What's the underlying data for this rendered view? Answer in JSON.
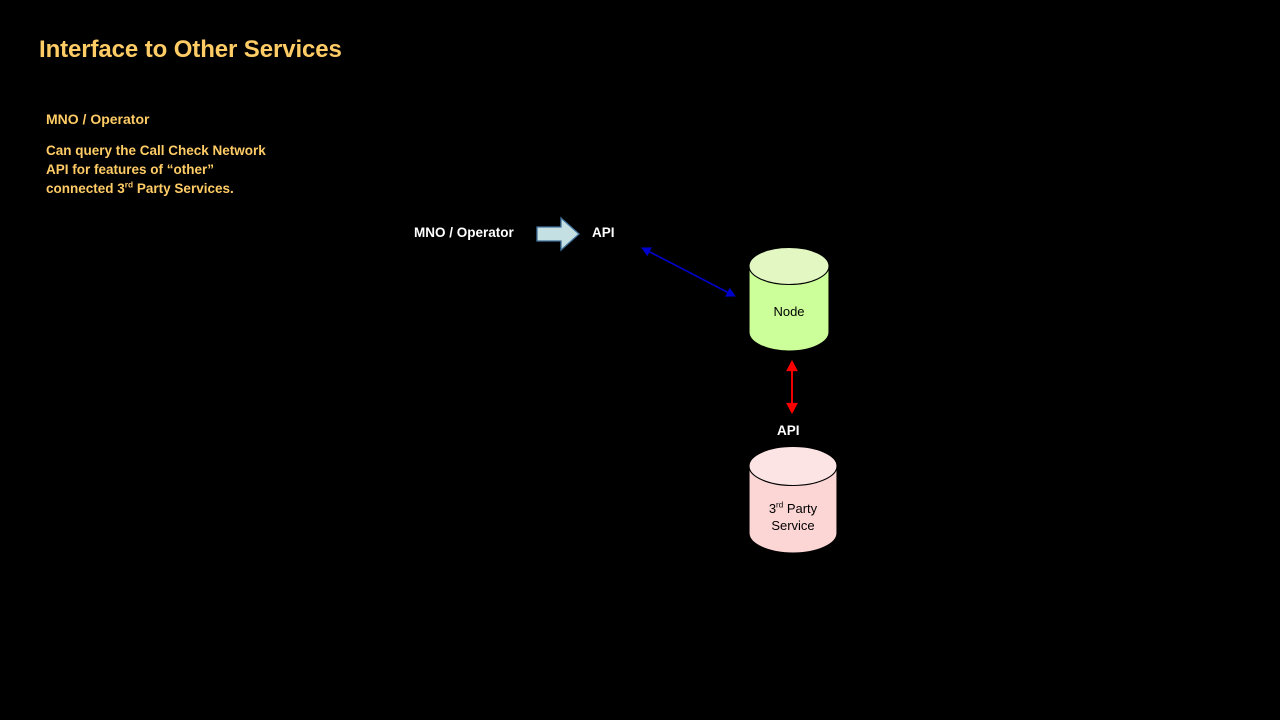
{
  "slide": {
    "background_color": "#000000",
    "title": "Interface to Other Services",
    "title_color": "#FFCC66"
  },
  "text_block": {
    "subhead": "MNO / Operator",
    "body_lines": [
      "Can query the Call Check Network",
      "API for features of “other”",
      "connected 3rd Party Services."
    ],
    "body_line_3_prefix": "connected 3",
    "body_line_3_superscript": "rd",
    "body_line_3_suffix": " Party Services.",
    "text_color": "#FFCC66"
  },
  "diagram": {
    "flow": {
      "source_label": "MNO / Operator",
      "arrow_icon": "block-arrow-right-icon",
      "arrow_fill": "#C5E0E3",
      "arrow_stroke": "#41719C",
      "target_label": "API"
    },
    "connector_blue": {
      "icon": "double-headed-arrow-icon",
      "color": "#0000CC",
      "from": "API label",
      "to": "Node"
    },
    "connector_red": {
      "icon": "double-headed-arrow-icon",
      "color": "#FF0000",
      "label": "API"
    },
    "nodes": [
      {
        "name": "node-cylinder",
        "icon": "cylinder-icon",
        "label": "Node",
        "body_fill": "#CCFF99",
        "top_fill": "#E2F7C2",
        "stroke": "#000000"
      },
      {
        "name": "third-party-cylinder",
        "icon": "cylinder-icon",
        "label_prefix": "3",
        "label_superscript": "rd",
        "label_suffix": " Party",
        "label_line2": "Service",
        "label_full": "3rd Party Service",
        "body_fill": "#FCD5D5",
        "top_fill": "#FCE4E4",
        "stroke": "#000000"
      }
    ]
  }
}
